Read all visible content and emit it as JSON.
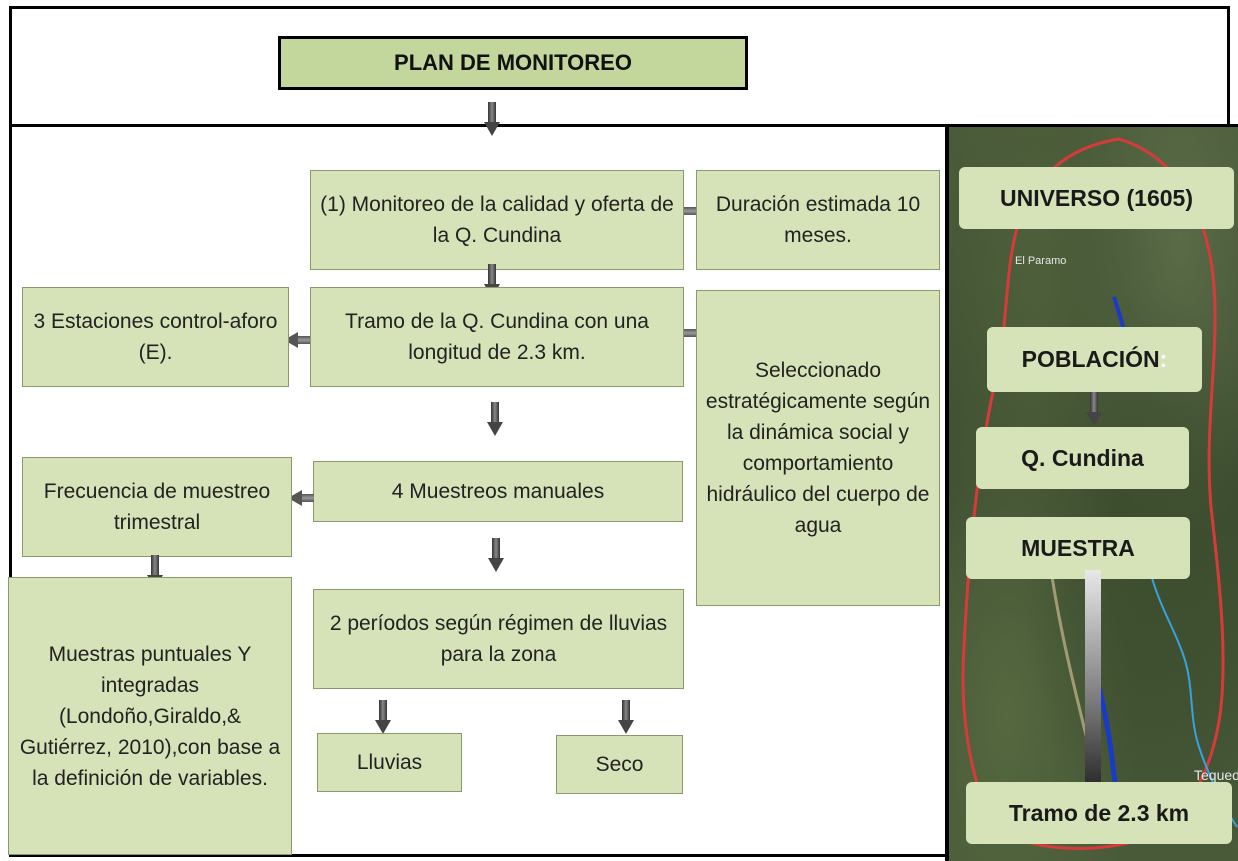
{
  "title": "PLAN DE MONITOREO",
  "nodes": {
    "monitoreo": "(1) Monitoreo de la calidad y oferta de la Q. Cundina",
    "duracion": "Duración estimada 10 meses.",
    "tramo": "Tramo de la Q. Cundina con una longitud de 2.3 km.",
    "estaciones": "3 Estaciones control-aforo (E).",
    "seleccionado": "Seleccionado estratégicamente según la dinámica social y comportamiento hidráulico del cuerpo de agua",
    "muestreos": "4 Muestreos manuales",
    "frecuencia": "Frecuencia de muestreo trimestral",
    "muestras": "Muestras puntuales Y integradas (Londoño,Giraldo,& Gutiérrez, 2010),con base a la definición de variables.",
    "periodos": "2 períodos según régimen de lluvias para la zona",
    "lluvias": "Lluvias",
    "seco": "Seco"
  },
  "map": {
    "universo": "UNIVERSO (1605)",
    "poblacion": "POBLACIÓN",
    "poblacion_colon": ":",
    "cundina": "Q. Cundina",
    "muestra": "MUESTRA",
    "tramo": "Tramo de 2.3 km",
    "label_paramo": "El Paramo",
    "label_tequed": "Tequed"
  }
}
